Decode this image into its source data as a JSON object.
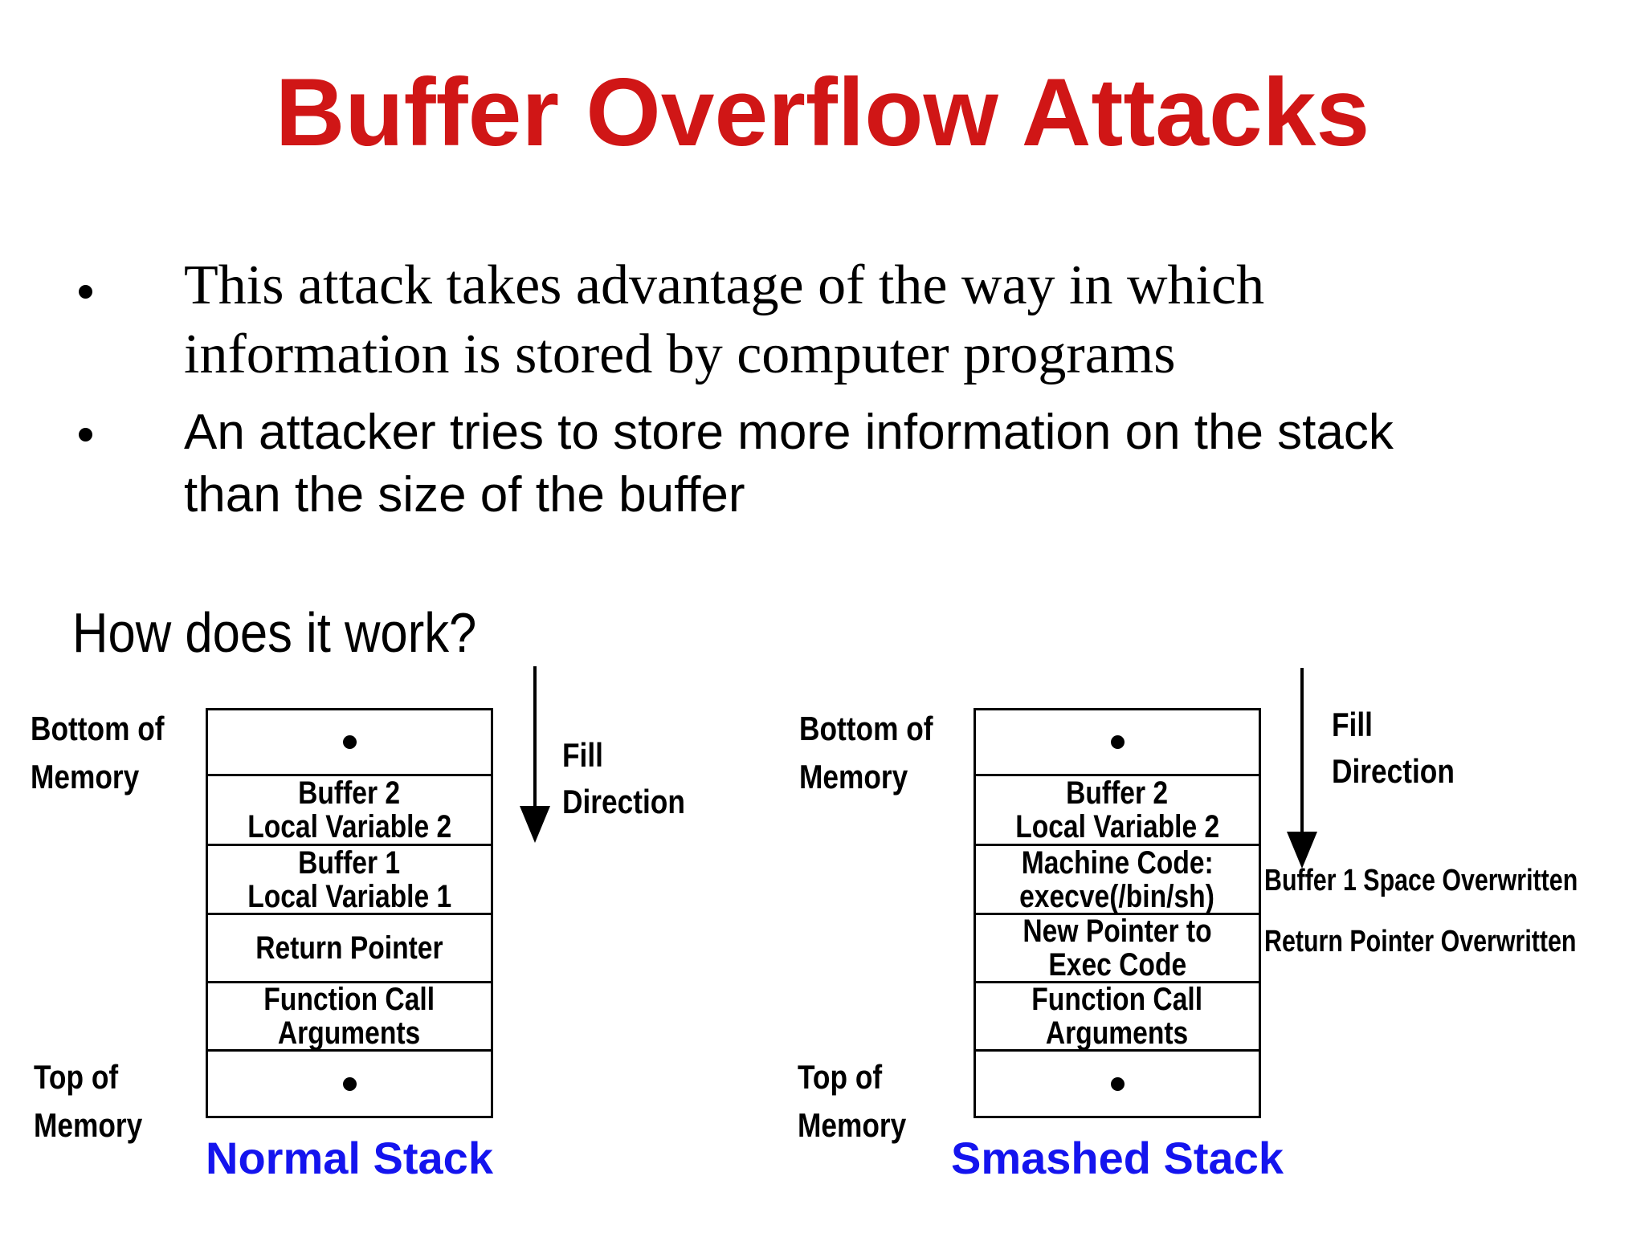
{
  "slide": {
    "title": "Buffer Overflow Attacks",
    "bullets": [
      {
        "lines": [
          "This attack takes advantage of the way in which",
          "information is stored by computer programs"
        ]
      },
      {
        "lines": [
          "An attacker tries to store more information on the stack",
          "than the size of the buffer"
        ]
      }
    ],
    "question": "How does it work?"
  },
  "colors": {
    "title_red": "#d01616",
    "caption_blue": "#1414ee",
    "text_black": "#000000"
  },
  "diagrams": [
    {
      "id": "normal-stack",
      "labels": {
        "bottom_memory": [
          "Bottom of",
          "Memory"
        ],
        "top_memory": [
          "Top of",
          "Memory"
        ],
        "fill_direction": [
          "Fill",
          "Direction"
        ]
      },
      "rows": [
        {
          "type": "ellipsis"
        },
        {
          "type": "text",
          "lines": [
            "Buffer 2",
            "Local Variable 2"
          ]
        },
        {
          "type": "text",
          "lines": [
            "Buffer 1",
            "Local Variable 1"
          ]
        },
        {
          "type": "text",
          "lines": [
            "Return Pointer"
          ]
        },
        {
          "type": "text",
          "lines": [
            "Function Call",
            "Arguments"
          ]
        },
        {
          "type": "ellipsis"
        }
      ],
      "caption": "Normal Stack"
    },
    {
      "id": "smashed-stack",
      "labels": {
        "bottom_memory": [
          "Bottom of",
          "Memory"
        ],
        "top_memory": [
          "Top of",
          "Memory"
        ],
        "fill_direction": [
          "Fill",
          "Direction"
        ]
      },
      "rows": [
        {
          "type": "ellipsis"
        },
        {
          "type": "text",
          "lines": [
            "Buffer 2",
            "Local Variable 2"
          ]
        },
        {
          "type": "text",
          "lines": [
            "Machine Code:",
            "execve(/bin/sh)"
          ]
        },
        {
          "type": "text",
          "lines": [
            "New Pointer to",
            "Exec Code"
          ]
        },
        {
          "type": "text",
          "lines": [
            "Function Call",
            "Arguments"
          ]
        },
        {
          "type": "ellipsis"
        }
      ],
      "caption": "Smashed Stack",
      "annotations": [
        "Buffer 1 Space Overwritten",
        "Return Pointer Overwritten"
      ]
    }
  ]
}
